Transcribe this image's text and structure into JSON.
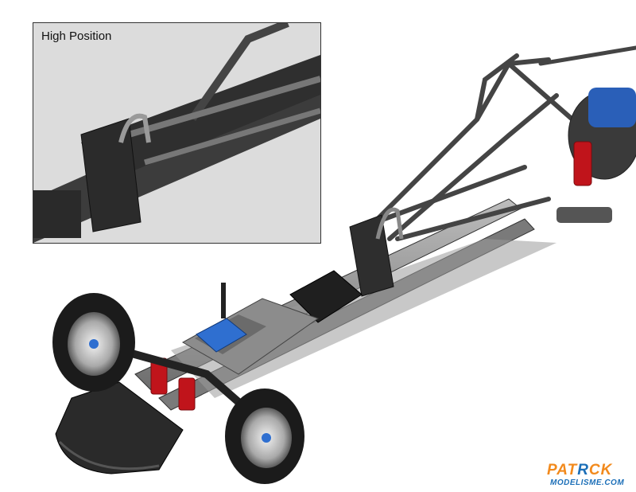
{
  "inset": {
    "label": "High Position"
  },
  "watermark": {
    "brand_orange": "PAT",
    "brand_blue": "R",
    "brand_orange2": "CK",
    "site": "MODELISME.COM"
  },
  "colors": {
    "chassis": "#2b2b2b",
    "accent_blue": "#2f6fd0",
    "shock_red": "#c0141b",
    "logo_orange": "#f28a1d",
    "logo_blue": "#1c6fb8"
  }
}
